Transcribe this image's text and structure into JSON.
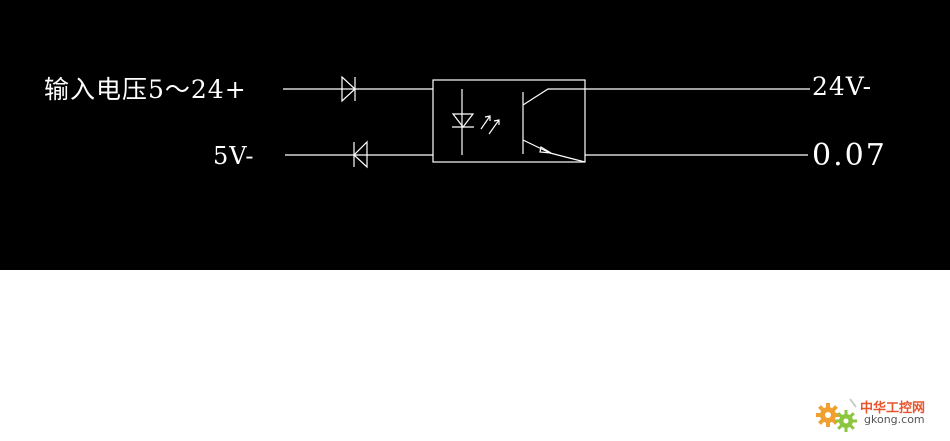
{
  "diagram": {
    "input_label": "输入电压5～24+",
    "neg_label": "5V-",
    "output_top_label": "24V-",
    "output_bottom_label": "0.07",
    "background_color": "#000000",
    "line_color": "#ffffff",
    "components": [
      "diode-top",
      "diode-bottom",
      "optocoupler-led",
      "optocoupler-phototransistor"
    ]
  },
  "watermark": {
    "cn_text": "中华工控网",
    "en_text": "gkong.com",
    "icon": "gear-icon"
  }
}
